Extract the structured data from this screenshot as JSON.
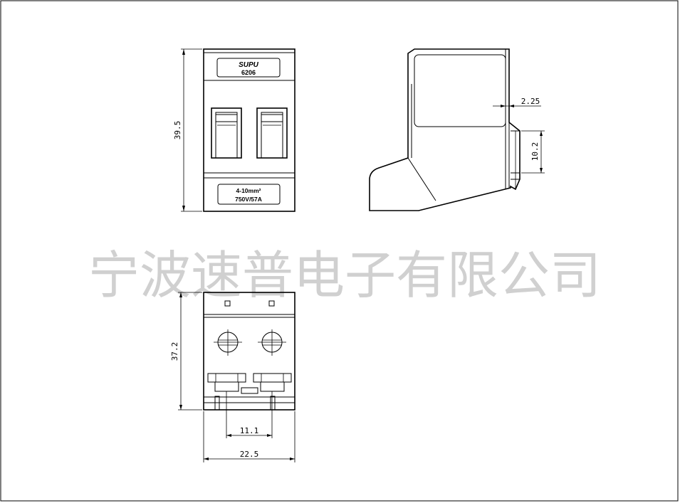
{
  "watermark": "宁波速普电子有限公司",
  "label_top": {
    "brand": "SUPU",
    "model": "6206"
  },
  "label_bottom": {
    "line1": "4-10mm²",
    "line2": "750V/57A"
  },
  "dimensions": {
    "front_height": "39.5",
    "side_offset": "2.25",
    "side_height": "10.2",
    "bottom_height": "37.2",
    "pitch": "11.1",
    "width": "22.5"
  }
}
